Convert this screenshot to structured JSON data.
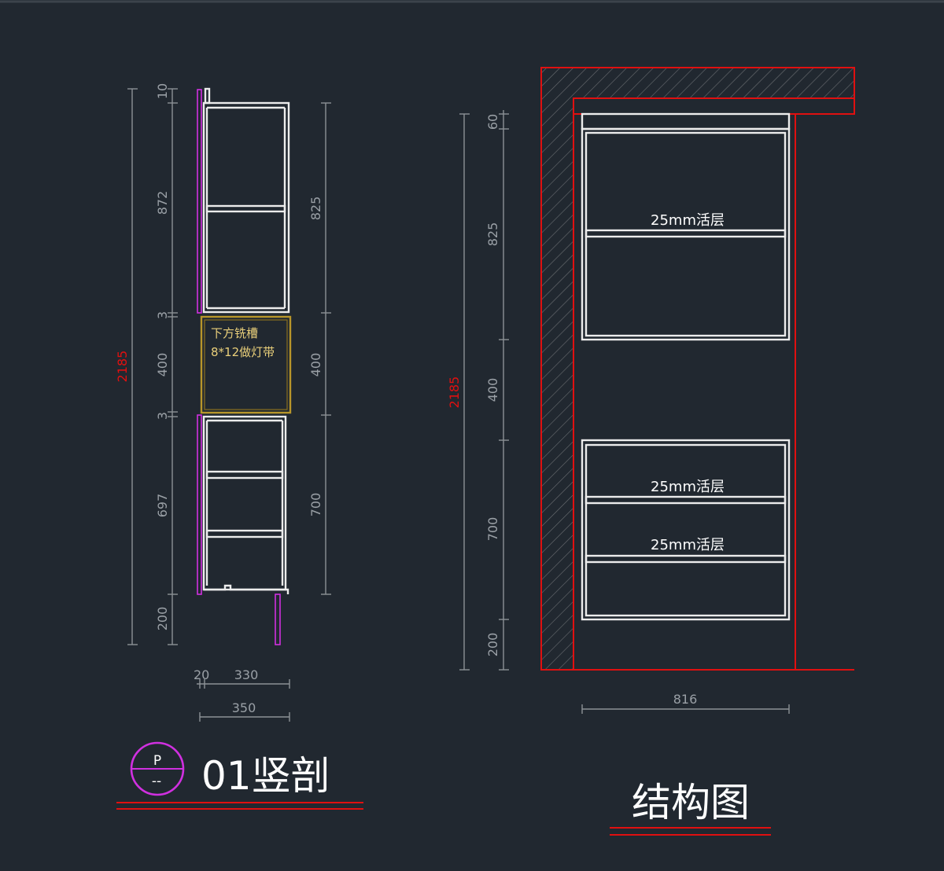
{
  "left_section": {
    "total_height": "2185",
    "left_dims": [
      "10",
      "872",
      "3",
      "400",
      "3",
      "697",
      "200"
    ],
    "right_dims": [
      "825",
      "400",
      "700"
    ],
    "note_line1": "下方铣槽",
    "note_line2": "8*12做灯带",
    "width_top_a": "20",
    "width_top_b": "330",
    "width_bottom": "350",
    "symbol_top": "P",
    "symbol_bottom": "--",
    "title": "01竖剖"
  },
  "right_section": {
    "total_height": "2185",
    "dims": [
      "60",
      "825",
      "400",
      "700",
      "200"
    ],
    "shelf_labels": [
      "25mm活层",
      "25mm活层",
      "25mm活层"
    ],
    "width": "816",
    "title": "结构图"
  },
  "colors": {
    "background": "#212830",
    "dimension": "#9aa0a6",
    "red": "#e01010",
    "magenta": "#d030e0",
    "gold": "#b8962a",
    "cabinet": "#ececec"
  }
}
